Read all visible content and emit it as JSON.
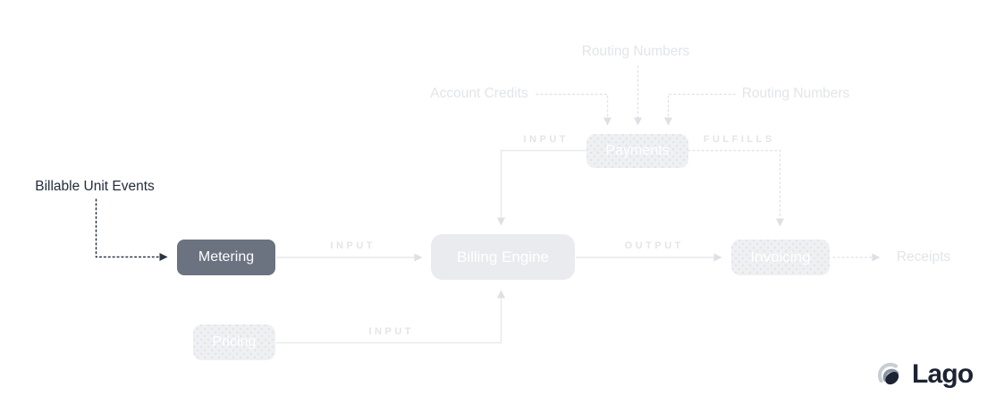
{
  "diagram": {
    "nodes": {
      "metering": {
        "label": "Metering",
        "state": "active"
      },
      "billing_engine": {
        "label": "Billing Engine",
        "state": "inactive"
      },
      "payments": {
        "label": "Payments",
        "state": "inactive"
      },
      "invoicing": {
        "label": "Invoicing",
        "state": "inactive"
      },
      "pricing": {
        "label": "Pricing",
        "state": "inactive"
      }
    },
    "edge_labels": {
      "metering_input": "INPUT",
      "payments_input": "INPUT",
      "pricing_input": "INPUT",
      "output": "OUTPUT",
      "fulfills": "FULFILLS"
    },
    "annotations": {
      "billable_unit_events": "Billable Unit Events",
      "routing_numbers_top": "Routing Numbers",
      "routing_numbers_right": "Routing Numbers",
      "account_credits": "Account Credits",
      "receipts": "Receipts"
    },
    "colors": {
      "active_node_bg": "#6b7280",
      "active_node_text": "#ffffff",
      "inactive_node_bg": "#eef0f2",
      "billing_engine_bg": "#e9ebee",
      "faint_text": "#e2e5e9",
      "line_light": "#e7e9ec",
      "dark_text": "#232d3b",
      "dark_line": "#2a3442",
      "logo_color": "#1c2433"
    }
  },
  "branding": {
    "logo_text": "Lago"
  }
}
